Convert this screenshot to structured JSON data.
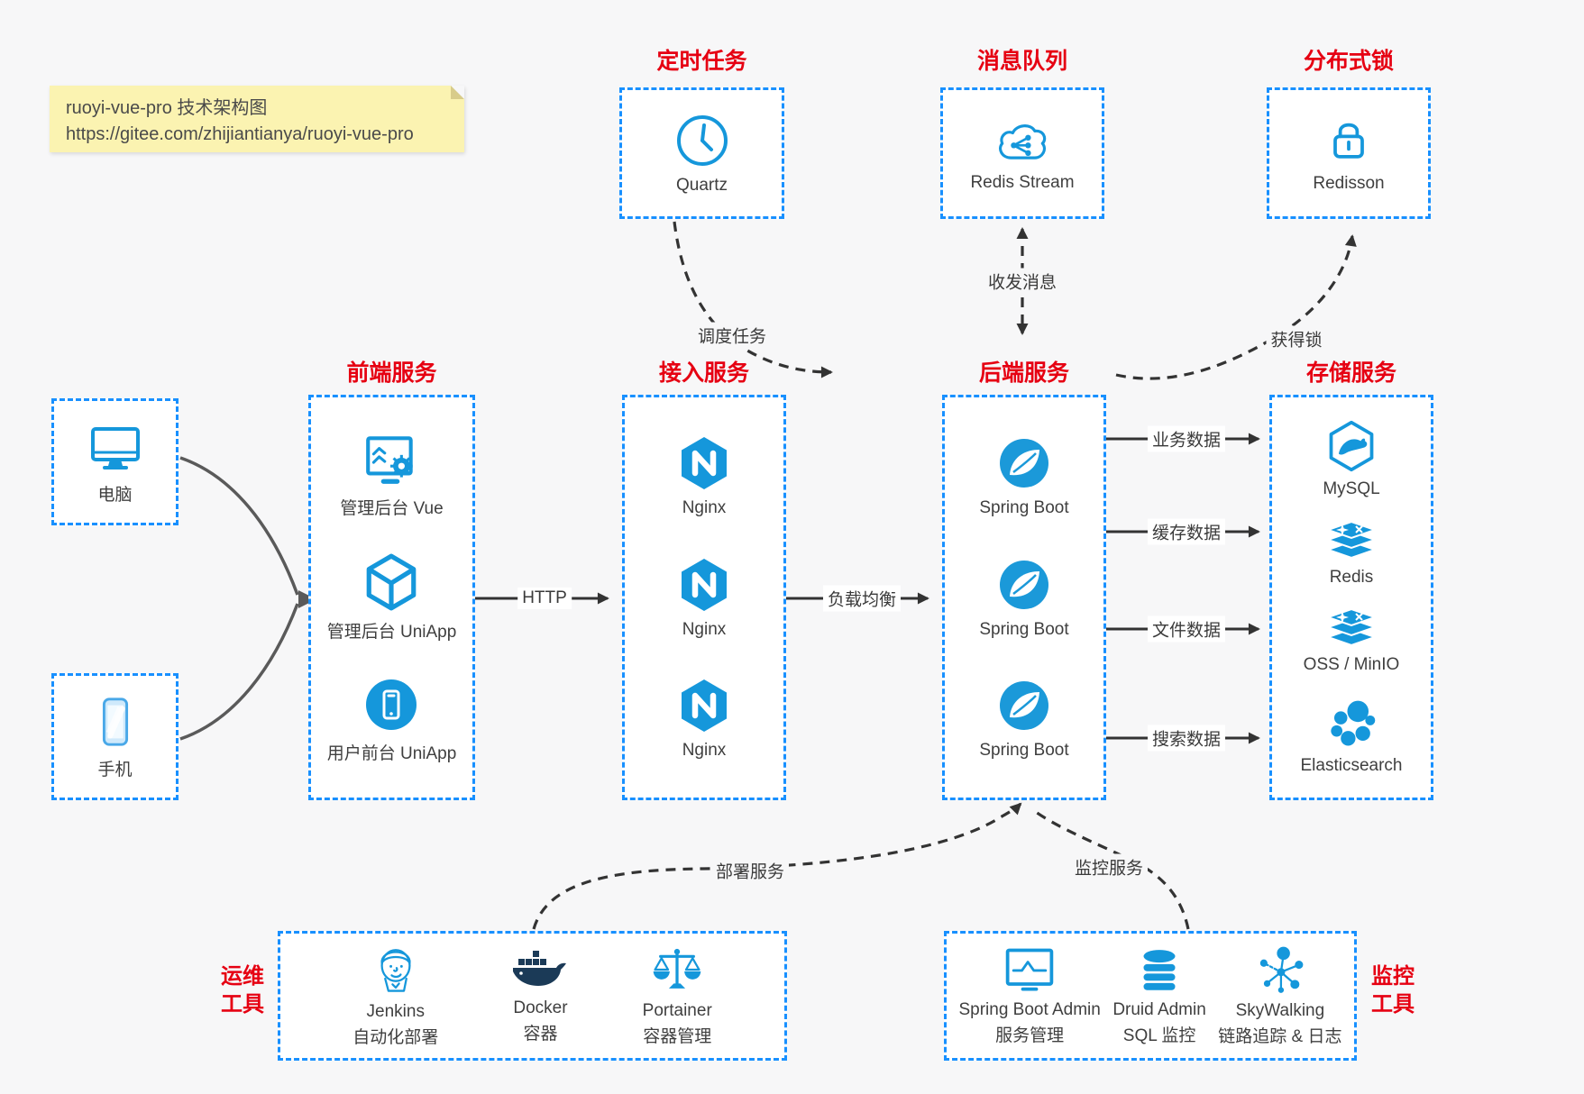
{
  "note": {
    "line1": "ruoyi-vue-pro 技术架构图",
    "line2": "https://gitee.com/zhijiantianya/ruoyi-vue-pro"
  },
  "colors": {
    "box_border_blue": "#1890ff",
    "icon_blue": "#1597db",
    "title_red": "#e60012",
    "note_yellow": "#fbf3b1",
    "arrow_dark": "#333333",
    "canvas_bg": "#f7f7f8"
  },
  "groups": {
    "scheduler": {
      "title": "定时任务",
      "item": "Quartz"
    },
    "mq": {
      "title": "消息队列",
      "item": "Redis Stream"
    },
    "lock": {
      "title": "分布式锁",
      "item": "Redisson"
    },
    "devices": {
      "computer": "电脑",
      "phone": "手机"
    },
    "frontend": {
      "title": "前端服务",
      "items": [
        "管理后台 Vue",
        "管理后台 UniApp",
        "用户前台 UniApp"
      ]
    },
    "access": {
      "title": "接入服务",
      "items": [
        "Nginx",
        "Nginx",
        "Nginx"
      ]
    },
    "backend": {
      "title": "后端服务",
      "items": [
        "Spring Boot",
        "Spring Boot",
        "Spring Boot"
      ]
    },
    "storage": {
      "title": "存储服务",
      "items": [
        "MySQL",
        "Redis",
        "OSS / MinIO",
        "Elasticsearch"
      ]
    },
    "ops": {
      "title_line1": "运维",
      "title_line2": "工具",
      "items": [
        {
          "name": "Jenkins",
          "desc": "自动化部署"
        },
        {
          "name": "Docker",
          "desc": "容器"
        },
        {
          "name": "Portainer",
          "desc": "容器管理"
        }
      ]
    },
    "monitoring": {
      "title_line1": "监控",
      "title_line2": "工具",
      "items": [
        {
          "name": "Spring Boot Admin",
          "desc": "服务管理"
        },
        {
          "name": "Druid Admin",
          "desc": "SQL 监控"
        },
        {
          "name": "SkyWalking",
          "desc": "链路追踪 & 日志"
        }
      ]
    }
  },
  "edges": {
    "http": "HTTP",
    "load_balance": "负载均衡",
    "biz_data": "业务数据",
    "cache_data": "缓存数据",
    "file_data": "文件数据",
    "search_data": "搜索数据",
    "schedule_task": "调度任务",
    "send_receive_msg": "收发消息",
    "acquire_lock": "获得锁",
    "deploy_service": "部署服务",
    "monitor_service": "监控服务"
  }
}
